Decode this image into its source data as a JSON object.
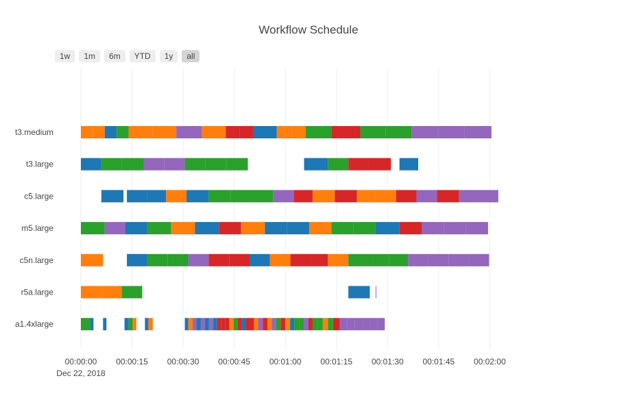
{
  "chart_data": {
    "type": "gantt",
    "title": "Workflow Schedule",
    "x_axis": {
      "ticks": [
        "00:00:00",
        "00:00:15",
        "00:00:30",
        "00:00:45",
        "00:01:00",
        "00:01:15",
        "00:01:30",
        "00:01:45",
        "00:02:00"
      ],
      "tick_seconds": [
        0,
        15,
        30,
        45,
        60,
        75,
        90,
        105,
        120
      ],
      "first_tick_date": "Dec 22, 2018",
      "range_seconds": [
        0,
        123
      ],
      "grid": true
    },
    "categories": [
      "t3.medium",
      "t3.large",
      "c5.large",
      "m5.large",
      "c5n.large",
      "r5a.large",
      "a1.4xlarge"
    ],
    "colors": {
      "blue": "#1f77b4",
      "orange": "#ff7f0e",
      "green": "#2ca02c",
      "red": "#d62728",
      "purple": "#9467bd"
    },
    "tasks": {
      "t3.medium": [
        [
          0,
          3.5,
          "orange"
        ],
        [
          3.5,
          7,
          "orange"
        ],
        [
          7,
          10.5,
          "blue"
        ],
        [
          14,
          21,
          "orange"
        ],
        [
          21,
          28,
          "orange"
        ],
        [
          10.5,
          14,
          "green"
        ],
        [
          28,
          35.5,
          "purple"
        ],
        [
          35.5,
          42.5,
          "orange"
        ],
        [
          42.5,
          46.5,
          "red"
        ],
        [
          46.5,
          50.5,
          "red"
        ],
        [
          50.5,
          57.5,
          "blue"
        ],
        [
          57.5,
          62,
          "orange"
        ],
        [
          62,
          66,
          "orange"
        ],
        [
          66,
          73.5,
          "green"
        ],
        [
          73.5,
          82,
          "red"
        ],
        [
          82,
          89.5,
          "green"
        ],
        [
          89.5,
          97,
          "green"
        ],
        [
          97,
          105,
          "purple"
        ],
        [
          105,
          112.5,
          "purple"
        ],
        [
          112.5,
          120.5,
          "purple"
        ]
      ],
      "t3.large": [
        [
          0,
          6,
          "blue"
        ],
        [
          6,
          12,
          "green"
        ],
        [
          12,
          18.5,
          "green"
        ],
        [
          18.5,
          24.5,
          "purple"
        ],
        [
          24.5,
          30.5,
          "purple"
        ],
        [
          30.5,
          36.5,
          "green"
        ],
        [
          36.5,
          42.5,
          "green"
        ],
        [
          42.5,
          49,
          "green"
        ],
        [
          65.5,
          72.5,
          "blue"
        ],
        [
          72.5,
          78.5,
          "green"
        ],
        [
          78.5,
          84.5,
          "red"
        ],
        [
          84.5,
          91,
          "red"
        ],
        [
          93.5,
          99,
          "blue"
        ]
      ],
      "c5.large": [
        [
          6,
          12.5,
          "blue"
        ],
        [
          13.5,
          19.5,
          "blue"
        ],
        [
          19.5,
          25,
          "blue"
        ],
        [
          25,
          31,
          "orange"
        ],
        [
          31,
          37.5,
          "blue"
        ],
        [
          37.5,
          44,
          "green"
        ],
        [
          44,
          50,
          "green"
        ],
        [
          50,
          56.5,
          "green"
        ],
        [
          56.5,
          62.5,
          "purple"
        ],
        [
          62.5,
          68,
          "red"
        ],
        [
          68,
          74.5,
          "orange"
        ],
        [
          74.5,
          81,
          "red"
        ],
        [
          81,
          86.5,
          "orange"
        ],
        [
          86.5,
          92.5,
          "orange"
        ],
        [
          92.5,
          98.5,
          "red"
        ],
        [
          98.5,
          104.5,
          "purple"
        ],
        [
          104.5,
          111,
          "red"
        ],
        [
          111,
          117,
          "purple"
        ],
        [
          117,
          122.5,
          "purple"
        ]
      ],
      "m5.large": [
        [
          0,
          7,
          "green"
        ],
        [
          7,
          13,
          "purple"
        ],
        [
          13,
          19.5,
          "blue"
        ],
        [
          19.5,
          26.5,
          "green"
        ],
        [
          26.5,
          33.5,
          "orange"
        ],
        [
          33.5,
          40.5,
          "blue"
        ],
        [
          40.5,
          47,
          "red"
        ],
        [
          47,
          54,
          "orange"
        ],
        [
          54,
          60.5,
          "blue"
        ],
        [
          60.5,
          67,
          "blue"
        ],
        [
          67,
          73.5,
          "orange"
        ],
        [
          73.5,
          80,
          "green"
        ],
        [
          80,
          86.5,
          "green"
        ],
        [
          86.5,
          93.5,
          "blue"
        ],
        [
          93.5,
          100,
          "red"
        ],
        [
          100,
          106.5,
          "purple"
        ],
        [
          106.5,
          113,
          "purple"
        ],
        [
          113,
          119.5,
          "purple"
        ]
      ],
      "c5n.large": [
        [
          0,
          6.5,
          "orange"
        ],
        [
          13.5,
          19.5,
          "blue"
        ],
        [
          19.5,
          25.5,
          "green"
        ],
        [
          25.5,
          31.5,
          "green"
        ],
        [
          31.5,
          37.5,
          "purple"
        ],
        [
          37.5,
          43.5,
          "red"
        ],
        [
          43.5,
          49.5,
          "red"
        ],
        [
          49.5,
          55.5,
          "blue"
        ],
        [
          55.5,
          61.5,
          "orange"
        ],
        [
          61.5,
          67.5,
          "red"
        ],
        [
          67.5,
          72.5,
          "red"
        ],
        [
          72.5,
          78.5,
          "orange"
        ],
        [
          78.5,
          84.5,
          "green"
        ],
        [
          84.5,
          90.5,
          "green"
        ],
        [
          90.5,
          96,
          "green"
        ],
        [
          96,
          102,
          "purple"
        ],
        [
          102,
          108,
          "purple"
        ],
        [
          108,
          114,
          "purple"
        ],
        [
          114,
          119.8,
          "purple"
        ]
      ],
      "r5a.large": [
        [
          0,
          6,
          "orange"
        ],
        [
          6,
          12,
          "orange"
        ],
        [
          12,
          18,
          "green"
        ],
        [
          78.5,
          84.8,
          "blue"
        ],
        [
          86.5,
          86.7,
          "purple"
        ]
      ],
      "a1.4xlarge": [
        [
          0,
          1.5,
          "green"
        ],
        [
          1.5,
          2.8,
          "green"
        ],
        [
          2.8,
          3.7,
          "blue"
        ],
        [
          6.5,
          7.5,
          "blue"
        ],
        [
          12.8,
          14,
          "blue"
        ],
        [
          14,
          15.2,
          "green"
        ],
        [
          15.2,
          16.3,
          "orange"
        ],
        [
          18.8,
          19.8,
          "blue"
        ],
        [
          19.8,
          21.1,
          "orange"
        ],
        [
          30.5,
          31.5,
          "blue"
        ],
        [
          31.5,
          32.8,
          "orange"
        ],
        [
          32.8,
          34,
          "purple"
        ],
        [
          34,
          35.2,
          "blue"
        ],
        [
          35.2,
          36.4,
          "purple"
        ],
        [
          36.4,
          37.6,
          "blue"
        ],
        [
          37.6,
          38.8,
          "purple"
        ],
        [
          38.8,
          40,
          "blue"
        ],
        [
          40,
          41.2,
          "red"
        ],
        [
          41.2,
          42.4,
          "red"
        ],
        [
          42.4,
          43.6,
          "red"
        ],
        [
          43.6,
          44.8,
          "orange"
        ],
        [
          44.8,
          46,
          "green"
        ],
        [
          46,
          47.2,
          "red"
        ],
        [
          47.2,
          48.4,
          "blue"
        ],
        [
          48.4,
          49.6,
          "red"
        ],
        [
          49.6,
          50.8,
          "red"
        ],
        [
          50.8,
          52,
          "orange"
        ],
        [
          52,
          53.4,
          "purple"
        ],
        [
          53.4,
          54.8,
          "red"
        ],
        [
          54.8,
          56,
          "orange"
        ],
        [
          56,
          57.2,
          "purple"
        ],
        [
          57.2,
          58.6,
          "green"
        ],
        [
          58.6,
          60,
          "red"
        ],
        [
          60,
          61.4,
          "orange"
        ],
        [
          61.4,
          62.6,
          "blue"
        ],
        [
          62.6,
          64,
          "green"
        ],
        [
          64,
          65.4,
          "green"
        ],
        [
          65.4,
          66.8,
          "purple"
        ],
        [
          66.8,
          68,
          "red"
        ],
        [
          68,
          69.5,
          "green"
        ],
        [
          69.5,
          71,
          "green"
        ],
        [
          71,
          72.5,
          "orange"
        ],
        [
          72.5,
          74,
          "green"
        ],
        [
          74,
          76,
          "red"
        ],
        [
          76,
          78.2,
          "purple"
        ],
        [
          78.2,
          80.4,
          "purple"
        ],
        [
          80.4,
          82.6,
          "purple"
        ],
        [
          82.6,
          84.8,
          "purple"
        ],
        [
          84.8,
          87,
          "purple"
        ],
        [
          87,
          89.2,
          "purple"
        ]
      ]
    }
  },
  "range_selector": {
    "buttons": [
      {
        "label": "1w"
      },
      {
        "label": "1m"
      },
      {
        "label": "6m"
      },
      {
        "label": "YTD"
      },
      {
        "label": "1y"
      },
      {
        "label": "all"
      }
    ],
    "active_label": "all"
  }
}
